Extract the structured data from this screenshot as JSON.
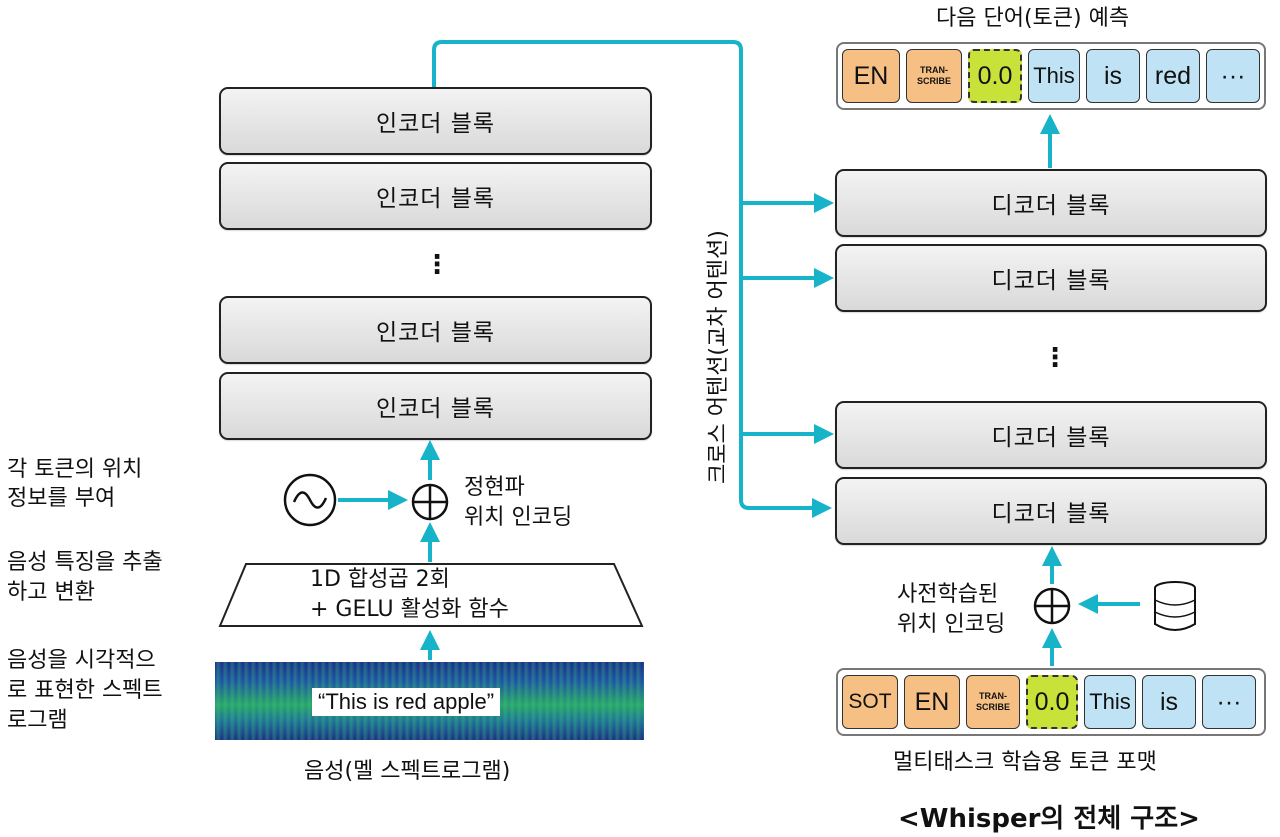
{
  "diagram": {
    "caption": "<Whisper의 전체 구조>",
    "encoder": {
      "blocks": [
        "인코더 블록",
        "인코더 블록",
        "인코더 블록",
        "인코더 블록"
      ],
      "ellipsis": "⋮"
    },
    "decoder": {
      "blocks": [
        "디코더 블록",
        "디코더 블록",
        "디코더 블록",
        "디코더 블록"
      ],
      "ellipsis": "⋮"
    },
    "positional_encoding": {
      "label_line1": "정현파",
      "label_line2": "위치 인코딩"
    },
    "conv": {
      "line1": "1D 합성곱 2회",
      "line2": "+ GELU 활성화 함수"
    },
    "spectrogram": {
      "text": "“This is red apple”",
      "caption": "음성(멜 스펙트로그램)"
    },
    "side_notes": {
      "note1_line1": "각 토큰의 위치",
      "note1_line2": "정보를 부여",
      "note2_line1": "음성 특징을 추출",
      "note2_line2": "하고 변환",
      "note3_line1": "음성을 시각적으",
      "note3_line2": "로 표현한 스펙트",
      "note3_line3": "로그램"
    },
    "cross_attention_label": "크로스 어텐션(교차 어텐션)",
    "learned_positional": {
      "line1": "사전학습된",
      "line2": "위치 인코딩"
    },
    "output_tokens": {
      "title": "다음 단어(토큰) 예측",
      "tokens": [
        "EN",
        "TRAN-\nSCRIBE",
        "0.0",
        "This",
        "is",
        "red",
        "···"
      ]
    },
    "input_tokens": {
      "caption": "멀티태스크 학습용 토큰 포맷",
      "tokens": [
        "SOT",
        "EN",
        "TRAN-\nSCRIBE",
        "0.0",
        "This",
        "is",
        "···"
      ]
    },
    "colors": {
      "arrow": "#17b3c8",
      "orange": "#f6bf83",
      "lime": "#c9e23a",
      "lightblue": "#bfe3f5"
    }
  }
}
